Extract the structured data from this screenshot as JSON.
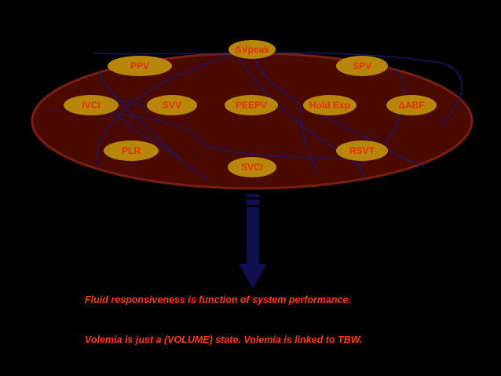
{
  "diagram": {
    "nodes": [
      {
        "id": "delta-vpeak",
        "label": "ΔVpeak"
      },
      {
        "id": "ppv",
        "label": "PPV"
      },
      {
        "id": "spv",
        "label": "SPV"
      },
      {
        "id": "ivci",
        "label": "IVCI"
      },
      {
        "id": "svv",
        "label": "SVV"
      },
      {
        "id": "peepv",
        "label": "PEEPV"
      },
      {
        "id": "hold-exp",
        "label": "Hold Exp"
      },
      {
        "id": "delta-abf",
        "label": "ΔABF"
      },
      {
        "id": "plr",
        "label": "PLR"
      },
      {
        "id": "rsvt",
        "label": "RSVT"
      },
      {
        "id": "svci",
        "label": "SVCI"
      }
    ]
  },
  "captions": {
    "line1": "Fluid responsiveness is function of system performance.",
    "line2": "Volemia is just a (VOLUME) state. Volemia is linked to TBW."
  },
  "colors": {
    "background": "#000000",
    "ellipse_fill": "#4a0a00",
    "ellipse_stroke": "#7a1e10",
    "node_fill": "#b8860b",
    "node_text": "#e8300e",
    "connector": "#1a1a6e",
    "arrow": "#101050",
    "caption_text": "#ff3b12"
  }
}
